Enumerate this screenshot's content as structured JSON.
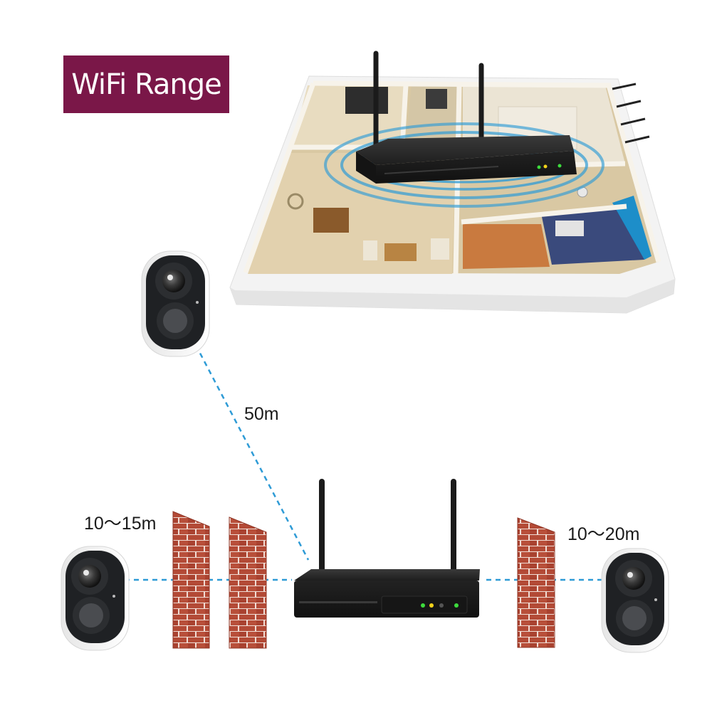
{
  "title": "WiFi Range",
  "ranges": {
    "top_camera": "50m",
    "left_camera": "10〜15m",
    "right_camera": "10〜20m"
  },
  "colors": {
    "badge": "#7a1748",
    "link_line": "#2e9bd6",
    "brick": "#b34a36",
    "mortar": "#f0dcd4",
    "nvr": "#1c1c1c",
    "camera_body": "#1f2124",
    "camera_shell": "#f4f4f4",
    "led_green": "#3ddc3d",
    "led_yellow": "#f3d21b"
  },
  "icons": [
    "nvr-recorder-icon",
    "wireless-camera-icon",
    "brick-wall-icon",
    "floor-plan-icon",
    "wifi-signal-rings-icon"
  ]
}
